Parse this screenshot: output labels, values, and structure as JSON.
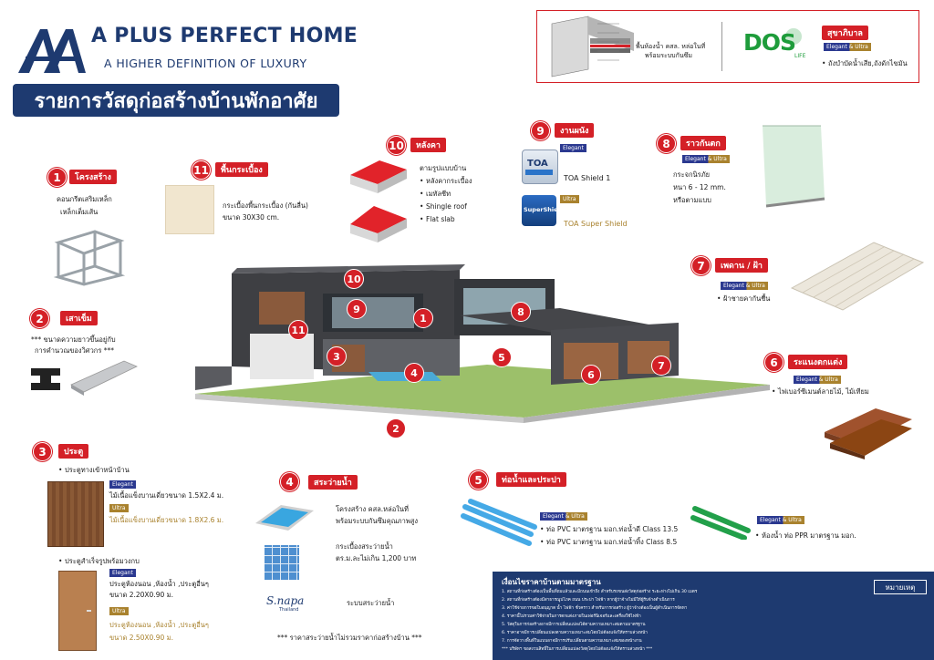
{
  "brand": {
    "name": "A PLUS PERFECT HOME",
    "tagline": "A HIGHER DEFINITION OF LUXURY",
    "banner": "รายการวัสดุก่อสร้างบ้านพักอาศัย"
  },
  "colors": {
    "accent": "#d42027",
    "navy": "#2b3990",
    "gold": "#a9822e"
  },
  "sanitary_box": {
    "diagram_caption_1": "พื้นห้องน้ำ คสล. หล่อในที่",
    "diagram_caption_2": "พร้อมระบบกันซึม",
    "dos_logo": "DOS",
    "dos_sub": "LIFE",
    "tag": "สุขาภิบาล",
    "badge": "Elegant & Ultra",
    "desc": "ถังบำบัดน้ำเสีย,ถังดักไขมัน"
  },
  "items": [
    {
      "no": "1",
      "tag": "โครงสร้าง",
      "lines": [
        "คอนกรีตเสริมเหล็ก",
        "เหล็กเต็มเส้น"
      ]
    },
    {
      "no": "2",
      "tag": "เสาเข็ม",
      "lines": [
        "*** ขนาดความยาวขึ้นอยู่กับ",
        "การคำนวณของวิศวกร ***"
      ]
    },
    {
      "no": "3",
      "tag": "ประตู",
      "sections": [
        {
          "title": "ประตูทางเข้าหน้าบ้าน",
          "elegant": "ไม้เนื้อแข็งบานเดี่ยวขนาด 1.5X2.4 ม.",
          "ultra": "ไม้เนื้อแข็งบานเดี่ยวขนาด 1.8X2.6 ม."
        },
        {
          "title": "ประตูสำเร็จรูปพร้อมวงกบ",
          "elegant_1": "ประตูห้องนอน ,ห้องน้ำ ,ประตูอื่นๆ",
          "elegant_2": "ขนาด 2.20X0.90 ม.",
          "ultra_1": "ประตูห้องนอน ,ห้องน้ำ ,ประตูอื่นๆ",
          "ultra_2": "ขนาด 2.50X0.90 ม."
        }
      ]
    },
    {
      "no": "4",
      "tag": "สระว่ายน้ำ",
      "lines": [
        "โครงสร้าง คสล.หล่อในที่",
        "พร้อมระบบกันซึมคุณภาพสูง",
        "กระเบื้องสระว่ายน้ำ",
        "ตร.ม.ละไม่เกิน 1,200 บาท",
        "ระบบสระว่ายน้ำ",
        "*** ราคาสระว่ายน้ำไม่รวมราคาก่อสร้างบ้าน ***"
      ],
      "logo": "S.napa",
      "logo_sub": "Thailand"
    },
    {
      "no": "5",
      "tag": "ท่อน้ำและประปา",
      "badge": "Elegant & Ultra",
      "lines": [
        "ท่อ PVC มาตรฐาน มอก.ท่อน้ำดี Class 13.5",
        "ท่อ PVC มาตรฐาน มอก.ท่อน้ำทิ้ง Class 8.5"
      ],
      "badge2": "Elegant & Ultra",
      "lines2": [
        "ห้องน้ำ ท่อ PPR มาตรฐาน มอก."
      ]
    },
    {
      "no": "6",
      "tag": "ระแนงตกแต่ง",
      "badge": "Elegant & Ultra",
      "lines": [
        "ไฟเบอร์ซีเมนต์ลายไม้, ไม้เทียม"
      ]
    },
    {
      "no": "7",
      "tag": "เพดาน / ฝ้า",
      "badge": "Elegant & Ultra",
      "lines": [
        "ฝ้าชายคากันชื้น"
      ]
    },
    {
      "no": "8",
      "tag": "ราวกันตก",
      "badge": "Elegant & Ultra",
      "lines": [
        "กระจกนิรภัย",
        "หนา 6 - 12 mm.",
        "หรือตามแบบ"
      ]
    },
    {
      "no": "9",
      "tag": "งานผนัง",
      "badge_e": "Elegant",
      "badge_u": "Ultra",
      "lines": [
        "TOA Shield 1",
        "TOA Super Shield"
      ],
      "can1": "TOA",
      "can2": "SuperShield"
    },
    {
      "no": "10",
      "tag": "หลังคา",
      "lines": [
        "ตามรูปแบบบ้าน",
        "หลังคากระเบื้อง",
        "เมทัลชีท",
        "Shingle roof",
        "Flat slab"
      ]
    },
    {
      "no": "11",
      "tag": "พื้นกระเบื้อง",
      "lines": [
        "กระเบื้องพื้นกระเบื้อง (กันลื่น)",
        "ขนาด 30X30 cm."
      ]
    }
  ],
  "house_markers": [
    "10",
    "9",
    "1",
    "8",
    "11",
    "3",
    "5",
    "4",
    "6",
    "7",
    "2"
  ],
  "conditions": {
    "title": "เงื่อนไขราคาบ้านตามมาตรฐาน",
    "button": "หมายเหตุ",
    "lines": [
      "1. สถานที่ก่อสร้างต้องเป็นพื้นที่ถมแล้วและมีถนนเข้าถึง สำหรับรถขนส่งวัสดุก่อสร้าง ระยะห่างไม่เกิน 30 เมตร",
      "2. สถานที่ก่อสร้างต้องมีสาธารณูปโภค ถนน ประปา ไฟฟ้า หากผู้ว่าจ้างไม่มีให้ผู้รับจ้างดำเนินการ",
      "3. ค่าใช้จ่ายการขอใบอนุญาต น้ำ ไฟฟ้า ชั่วคราว สำหรับการก่อสร้าง ผู้ว่าจ้างต้องเป็นผู้ดำเนินการจัดหา",
      "4. ราคานี้ไม่รวมค่าใช้จ่ายในการตกแต่งภายในเฟอร์นิเจอร์และเครื่องใช้ไฟฟ้า",
      "5. วัสดุในการก่อสร้างอาจมีการเปลี่ยนแปลงได้ตามความเหมาะสมตามมาตรฐาน",
      "6. ราคาอาจมีการเปลี่ยนแปลงตามความเหมาะสมโดยไม่ต้องแจ้งให้ทราบล่วงหน้า",
      "7. การจัดวางพื้นที่ในแบบอาจมีการปรับเปลี่ยนตามความเหมาะสมของหน้างาน",
      "*** บริษัทฯ ขอสงวนสิทธิ์ในการเปลี่ยนแปลงวัสดุโดยไม่ต้องแจ้งให้ทราบล่วงหน้า ***"
    ]
  }
}
